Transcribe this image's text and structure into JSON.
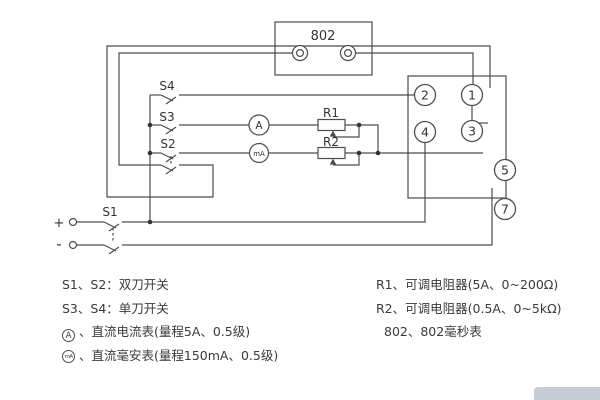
{
  "diagram": {
    "timer_label": "802",
    "labels": {
      "s1": "S1",
      "s2": "S2",
      "s3": "S3",
      "s4": "S4",
      "r1": "R1",
      "r2": "R2",
      "plus": "+",
      "minus": "-",
      "ammeter": "A",
      "milliammeter": "mA"
    },
    "terminals": {
      "t1": "1",
      "t2": "2",
      "t3": "3",
      "t4": "4",
      "t5": "5",
      "t7": "7"
    }
  },
  "legend": {
    "left": [
      {
        "label": "S1、S2：双刀开关"
      },
      {
        "label": "S3、S4：单刀开关"
      },
      {
        "icon": "A",
        "label": "、直流电流表(量程5A、0.5级)"
      },
      {
        "icon": "mA",
        "label": "、直流毫安表(量程150mA、0.5级)"
      }
    ],
    "right": [
      {
        "label": "R1、可调电阻器(5A、0~200Ω)"
      },
      {
        "label": "R2、可调电阻器(0.5A、0~5kΩ)"
      },
      {
        "label": "802、802毫秒表"
      }
    ]
  },
  "colors": {
    "line": "#4d4d4d",
    "text": "#333333",
    "background": "#ffffff"
  }
}
